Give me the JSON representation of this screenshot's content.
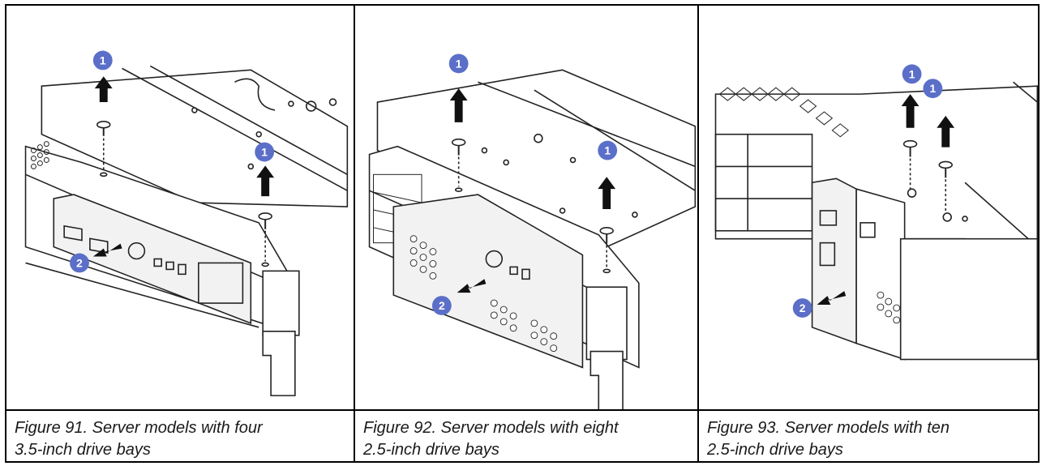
{
  "figures": [
    {
      "caption": "Figure 91. Server models with four\n3.5-inch drive bays",
      "callouts": [
        "1",
        "1",
        "2"
      ]
    },
    {
      "caption": "Figure 92. Server models with eight\n2.5-inch drive bays",
      "callouts": [
        "1",
        "1",
        "2"
      ]
    },
    {
      "caption": "Figure 93. Server models with ten\n2.5-inch drive bays",
      "callouts": [
        "1",
        "1",
        "2"
      ]
    }
  ],
  "colors": {
    "callout": "#5b6fc9",
    "line": "#222222"
  }
}
